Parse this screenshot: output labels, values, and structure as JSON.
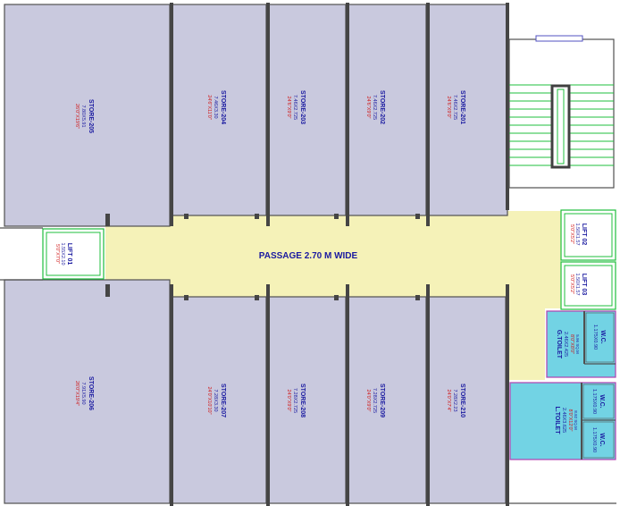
{
  "plan": {
    "passage_label": "PASSAGE 2.70 M WIDE",
    "stores": [
      {
        "id": "s205",
        "name": "STORE-205",
        "dim_m": "7.80X5.91",
        "dim_ft": "26'0\"X19'6\""
      },
      {
        "id": "s204",
        "name": "STORE-204",
        "dim_m": "7.46X3.30",
        "dim_ft": "24'6\"X11'0\""
      },
      {
        "id": "s203",
        "name": "STORE-203",
        "dim_m": "7.46X2.725",
        "dim_ft": "24'6\"X9'0\""
      },
      {
        "id": "s202",
        "name": "STORE-202",
        "dim_m": "7.46X2.725",
        "dim_ft": "24'6\"X9'0\""
      },
      {
        "id": "s201",
        "name": "STORE-201",
        "dim_m": "7.46X2.725",
        "dim_ft": "24'6\"X9'0\""
      },
      {
        "id": "s206",
        "name": "STORE-206",
        "dim_m": "7.91X5.90",
        "dim_ft": "26'0\"X19'4\""
      },
      {
        "id": "s207",
        "name": "STORE-207",
        "dim_m": "7.28X3.30",
        "dim_ft": "24'0\"X10'10\""
      },
      {
        "id": "s208",
        "name": "STORE-208",
        "dim_m": "7.28X2.725",
        "dim_ft": "24'0\"X9'0\""
      },
      {
        "id": "s209",
        "name": "STORE-209",
        "dim_m": "7.28X2.725",
        "dim_ft": "24'0\"X9'0\""
      },
      {
        "id": "s210",
        "name": "STORE-210",
        "dim_m": "7.28X2.23",
        "dim_ft": "24'0\"X7'4\""
      }
    ],
    "lifts": [
      {
        "id": "l01",
        "name": "LIFT 01",
        "dim_m": "1.55X2.10",
        "dim_ft": "5'0\"X7'0\""
      },
      {
        "id": "l02",
        "name": "LIFT 02",
        "dim_m": "1.50X1.57",
        "dim_ft": "5'0\"X5'2\""
      },
      {
        "id": "l03",
        "name": "LIFT 03",
        "dim_m": "1.50X1.57",
        "dim_ft": "5'0\"X5'2\""
      }
    ],
    "toilets": [
      {
        "id": "gt",
        "name": "G.TOILET",
        "dim_m": "2.46X2.425",
        "dim_ft": "8'0\"X8'0\"",
        "area": "5.96 SQ.M"
      },
      {
        "id": "lt",
        "name": "L.TOILET",
        "dim_m": "2.46X3.625",
        "dim_ft": "8'0\"X12'0\"",
        "area": "8.92 SQ.M"
      }
    ],
    "wcs": [
      {
        "id": "wc1",
        "name": "W.C.",
        "dim_m": "1.175X0.90"
      },
      {
        "id": "wc2",
        "name": "W.C.",
        "dim_m": "1.175X0.90"
      },
      {
        "id": "wc3",
        "name": "W.C.",
        "dim_m": "1.175X0.90"
      }
    ],
    "colors": {
      "store_fill": "#c9c9de",
      "passage_fill": "#f5f2b8",
      "toilet_fill": "#72d3e4",
      "wall": "#404040",
      "lift_outline": "#1fbf3c",
      "room_label": "#1a1aa0",
      "ft_label": "#d01818",
      "toilet_border": "#b040b0"
    }
  }
}
